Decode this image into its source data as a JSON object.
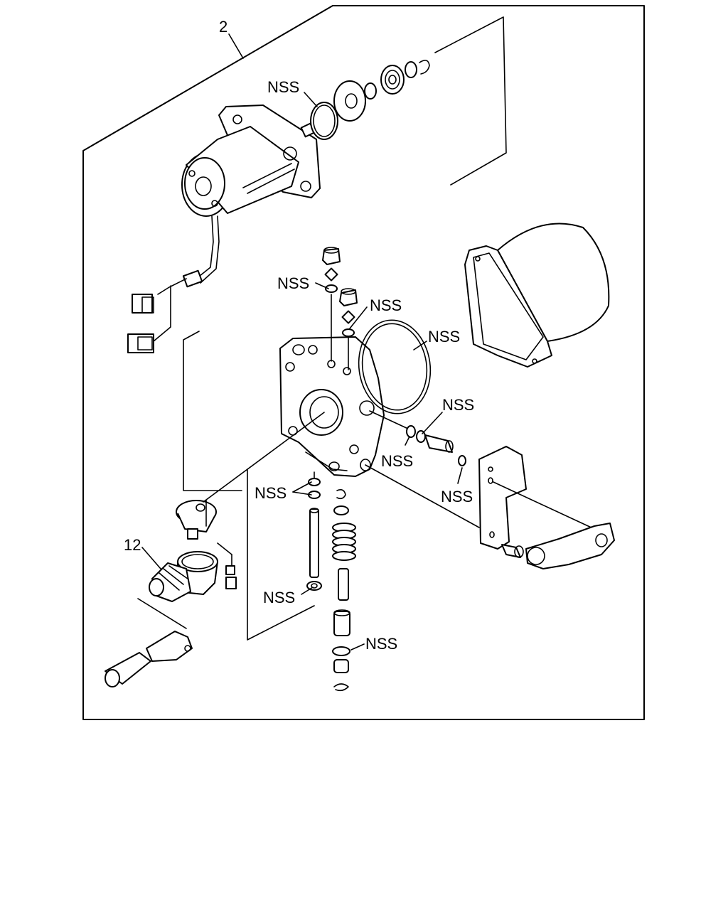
{
  "labels": {
    "assembly": "2",
    "sub_assembly": "12",
    "nss": "NSS"
  }
}
